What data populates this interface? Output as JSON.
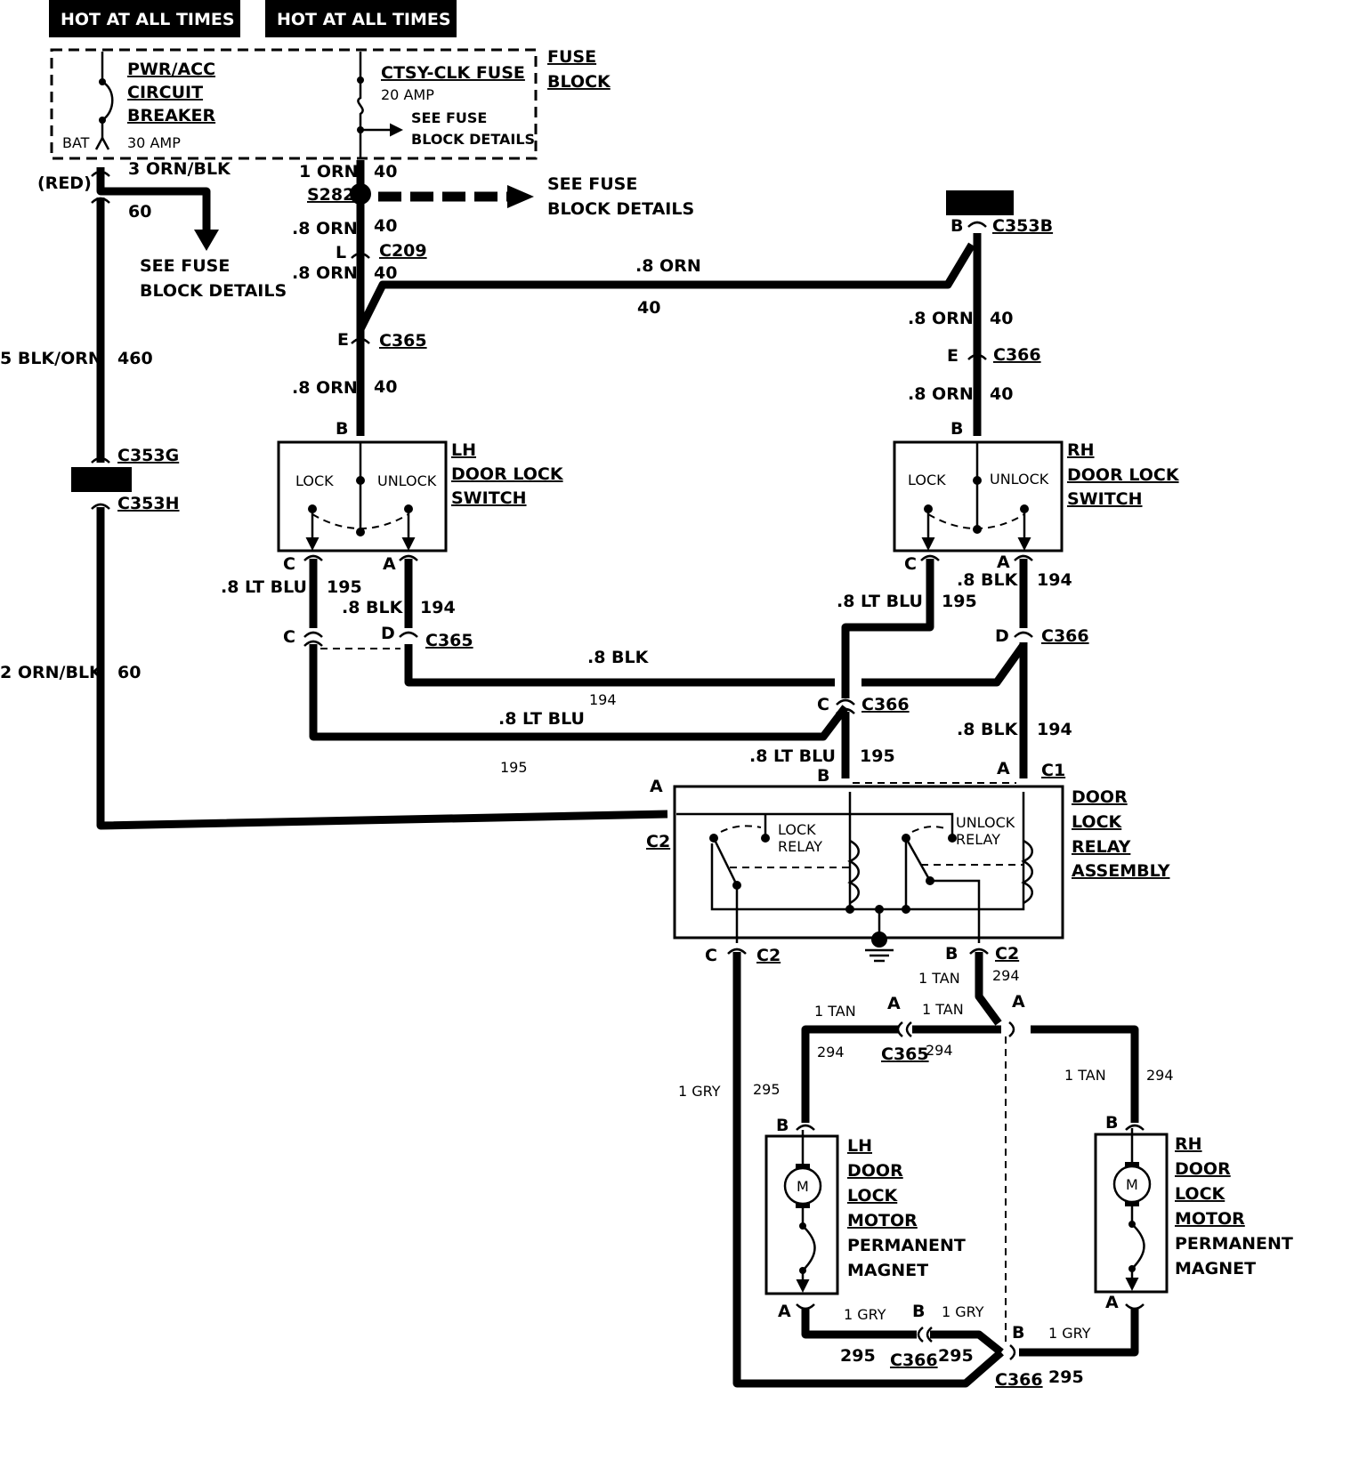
{
  "header": {
    "left_label": "HOT AT ALL TIMES",
    "right_label": "HOT AT ALL TIMES"
  },
  "fuse_block": {
    "title": [
      "FUSE",
      "BLOCK"
    ],
    "breaker_name": [
      "PWR/ACC",
      "CIRCUIT",
      "BREAKER"
    ],
    "breaker_rating": "30 AMP",
    "bat_label": "BAT",
    "fuse_name": "CTSY-CLK FUSE",
    "fuse_rating": "20 AMP",
    "fuse_details": [
      "SEE FUSE",
      "BLOCK DETAILS"
    ]
  },
  "splice": {
    "id": "S282",
    "details": [
      "SEE FUSE",
      "BLOCK DETAILS"
    ]
  },
  "left_feed": {
    "red_label": "(RED)",
    "wire_top": "3 ORN/BLK",
    "wire_top_circuit": "60",
    "see_details": [
      "SEE FUSE",
      "BLOCK DETAILS"
    ],
    "wire_mid": "5 BLK/ORN",
    "wire_mid_circuit": "460",
    "conn_top": "C353G",
    "conn_bottom": "C353H",
    "wire_low": "2 ORN/BLK",
    "wire_low_circuit": "60"
  },
  "orn_circuit": {
    "orn1": "1 ORN",
    "orn08": ".8 ORN",
    "circuit": "40",
    "c209": "C209",
    "c365": "C365",
    "c366": "C366",
    "c353b": "C353B",
    "pin_l": "L",
    "pin_e": "E",
    "pin_b": "B"
  },
  "lh_switch": {
    "title": [
      "LH",
      "DOOR LOCK",
      "SWITCH"
    ],
    "lock": "LOCK",
    "unlock": "UNLOCK",
    "pin_b": "B",
    "pin_c": "C",
    "pin_a": "A"
  },
  "rh_switch": {
    "title": [
      "RH",
      "DOOR LOCK",
      "SWITCH"
    ],
    "lock": "LOCK",
    "unlock": "UNLOCK",
    "pin_b": "B",
    "pin_c": "C",
    "pin_a": "A"
  },
  "lock_wires": {
    "ltblu": ".8 LT BLU",
    "blk": ".8 BLK",
    "c195": "195",
    "c194": "194",
    "c365": "C365",
    "c366": "C366",
    "c1": "C1",
    "pin_c": "C",
    "pin_d": "D",
    "pin_a": "A",
    "pin_b": "B"
  },
  "relay": {
    "title": [
      "DOOR",
      "LOCK",
      "RELAY",
      "ASSEMBLY"
    ],
    "lock_relay": [
      "LOCK",
      "RELAY"
    ],
    "unlock_relay": [
      "UNLOCK",
      "RELAY"
    ],
    "c2": "C2",
    "pin_a": "A",
    "pin_b": "B",
    "pin_c": "C"
  },
  "motor_wires": {
    "tan": "1 TAN",
    "gry": "1 GRY",
    "c294": "294",
    "c295": "295",
    "c365": "C365",
    "c366": "C366",
    "pin_a": "A",
    "pin_b": "B"
  },
  "lh_motor": {
    "title": [
      "LH",
      "DOOR",
      "LOCK",
      "MOTOR"
    ],
    "subtitle": [
      "PERMANENT",
      "MAGNET"
    ],
    "symbol": "M",
    "pin_a": "A",
    "pin_b": "B"
  },
  "rh_motor": {
    "title": [
      "RH",
      "DOOR",
      "LOCK",
      "MOTOR"
    ],
    "subtitle": [
      "PERMANENT",
      "MAGNET"
    ],
    "symbol": "M",
    "pin_a": "A",
    "pin_b": "B"
  }
}
